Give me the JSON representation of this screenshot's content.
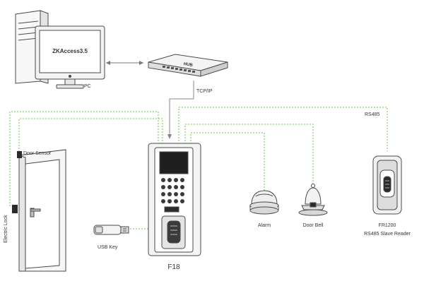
{
  "labels": {
    "software": "ZKAccess3.5",
    "pc": "PC",
    "hub": "HUB",
    "tcpip": "TCP/IP",
    "rs485": "RS485",
    "door_sensor": "Door Sensor",
    "electric_lock": "Electric Lock",
    "usb_key": "USB Key",
    "alarm": "Alarm",
    "door_bell": "Door Bell",
    "reader_model": "FR1200",
    "reader_desc": "RS485 Slave Reader",
    "device": "F18"
  },
  "colors": {
    "outline": "#4a4a4a",
    "wire_green": "#6cc24a",
    "wire_gray": "#9a9a9a",
    "fill_light": "#f2f2f2",
    "fill_mid": "#d9d9d9",
    "fill_dark": "#2b2b2b",
    "screen": "#1f1f1f"
  }
}
